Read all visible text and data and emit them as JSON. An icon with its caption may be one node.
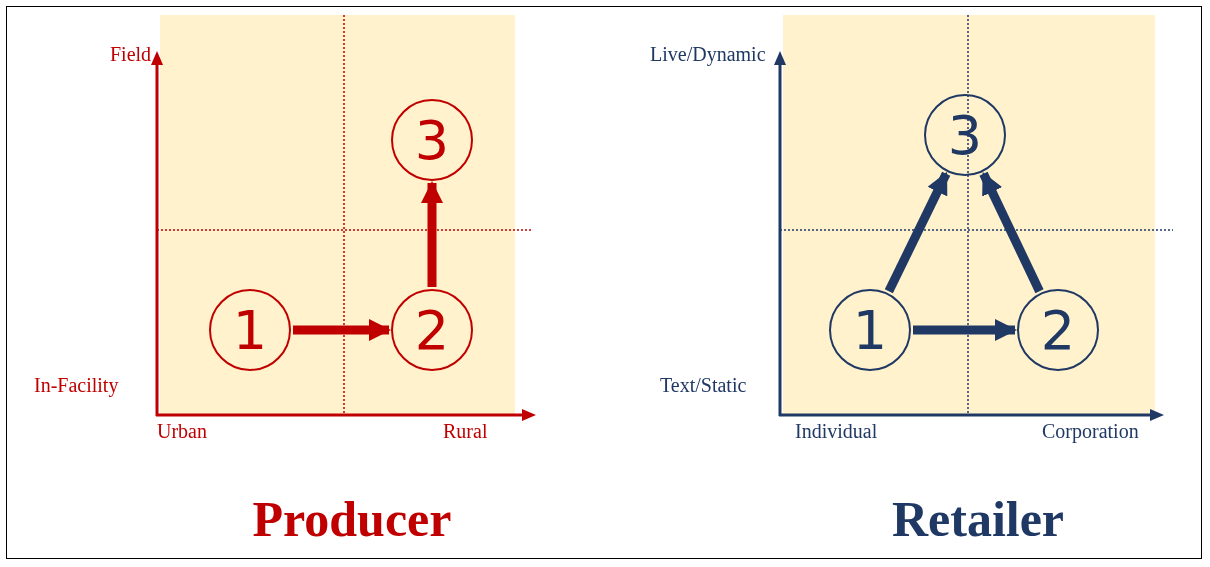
{
  "diagram": {
    "nodes": [
      {
        "text": [
          "Producer"
        ]
      },
      {
        "text": [
          "1"
        ],
        "in": 0
      },
      {
        "text": [
          "2"
        ],
        "in": 0
      },
      {
        "text": [
          "3"
        ],
        "in": 0
      },
      {
        "text": [
          "Retailer"
        ]
      },
      {
        "text": [
          "1"
        ],
        "in": 4
      },
      {
        "text": [
          "2"
        ],
        "in": 4
      },
      {
        "text": [
          "3"
        ],
        "in": 4
      }
    ],
    "edges": [
      {
        "from": 1,
        "to": 2,
        "arrow": "to",
        "color": "#c00000"
      },
      {
        "from": 2,
        "to": 3,
        "arrow": "to",
        "color": "#c00000"
      },
      {
        "from": 5,
        "to": 7,
        "arrow": "to"
      },
      {
        "from": 6,
        "to": 7,
        "arrow": "to"
      },
      {
        "from": 5,
        "to": 6,
        "arrow": "to"
      }
    ],
    "labels": [
      "Field",
      "In-Facility",
      "Urban",
      "Rural",
      "Live/Dynamic",
      "Text/Static",
      "Individual",
      "Corporation"
    ]
  }
}
